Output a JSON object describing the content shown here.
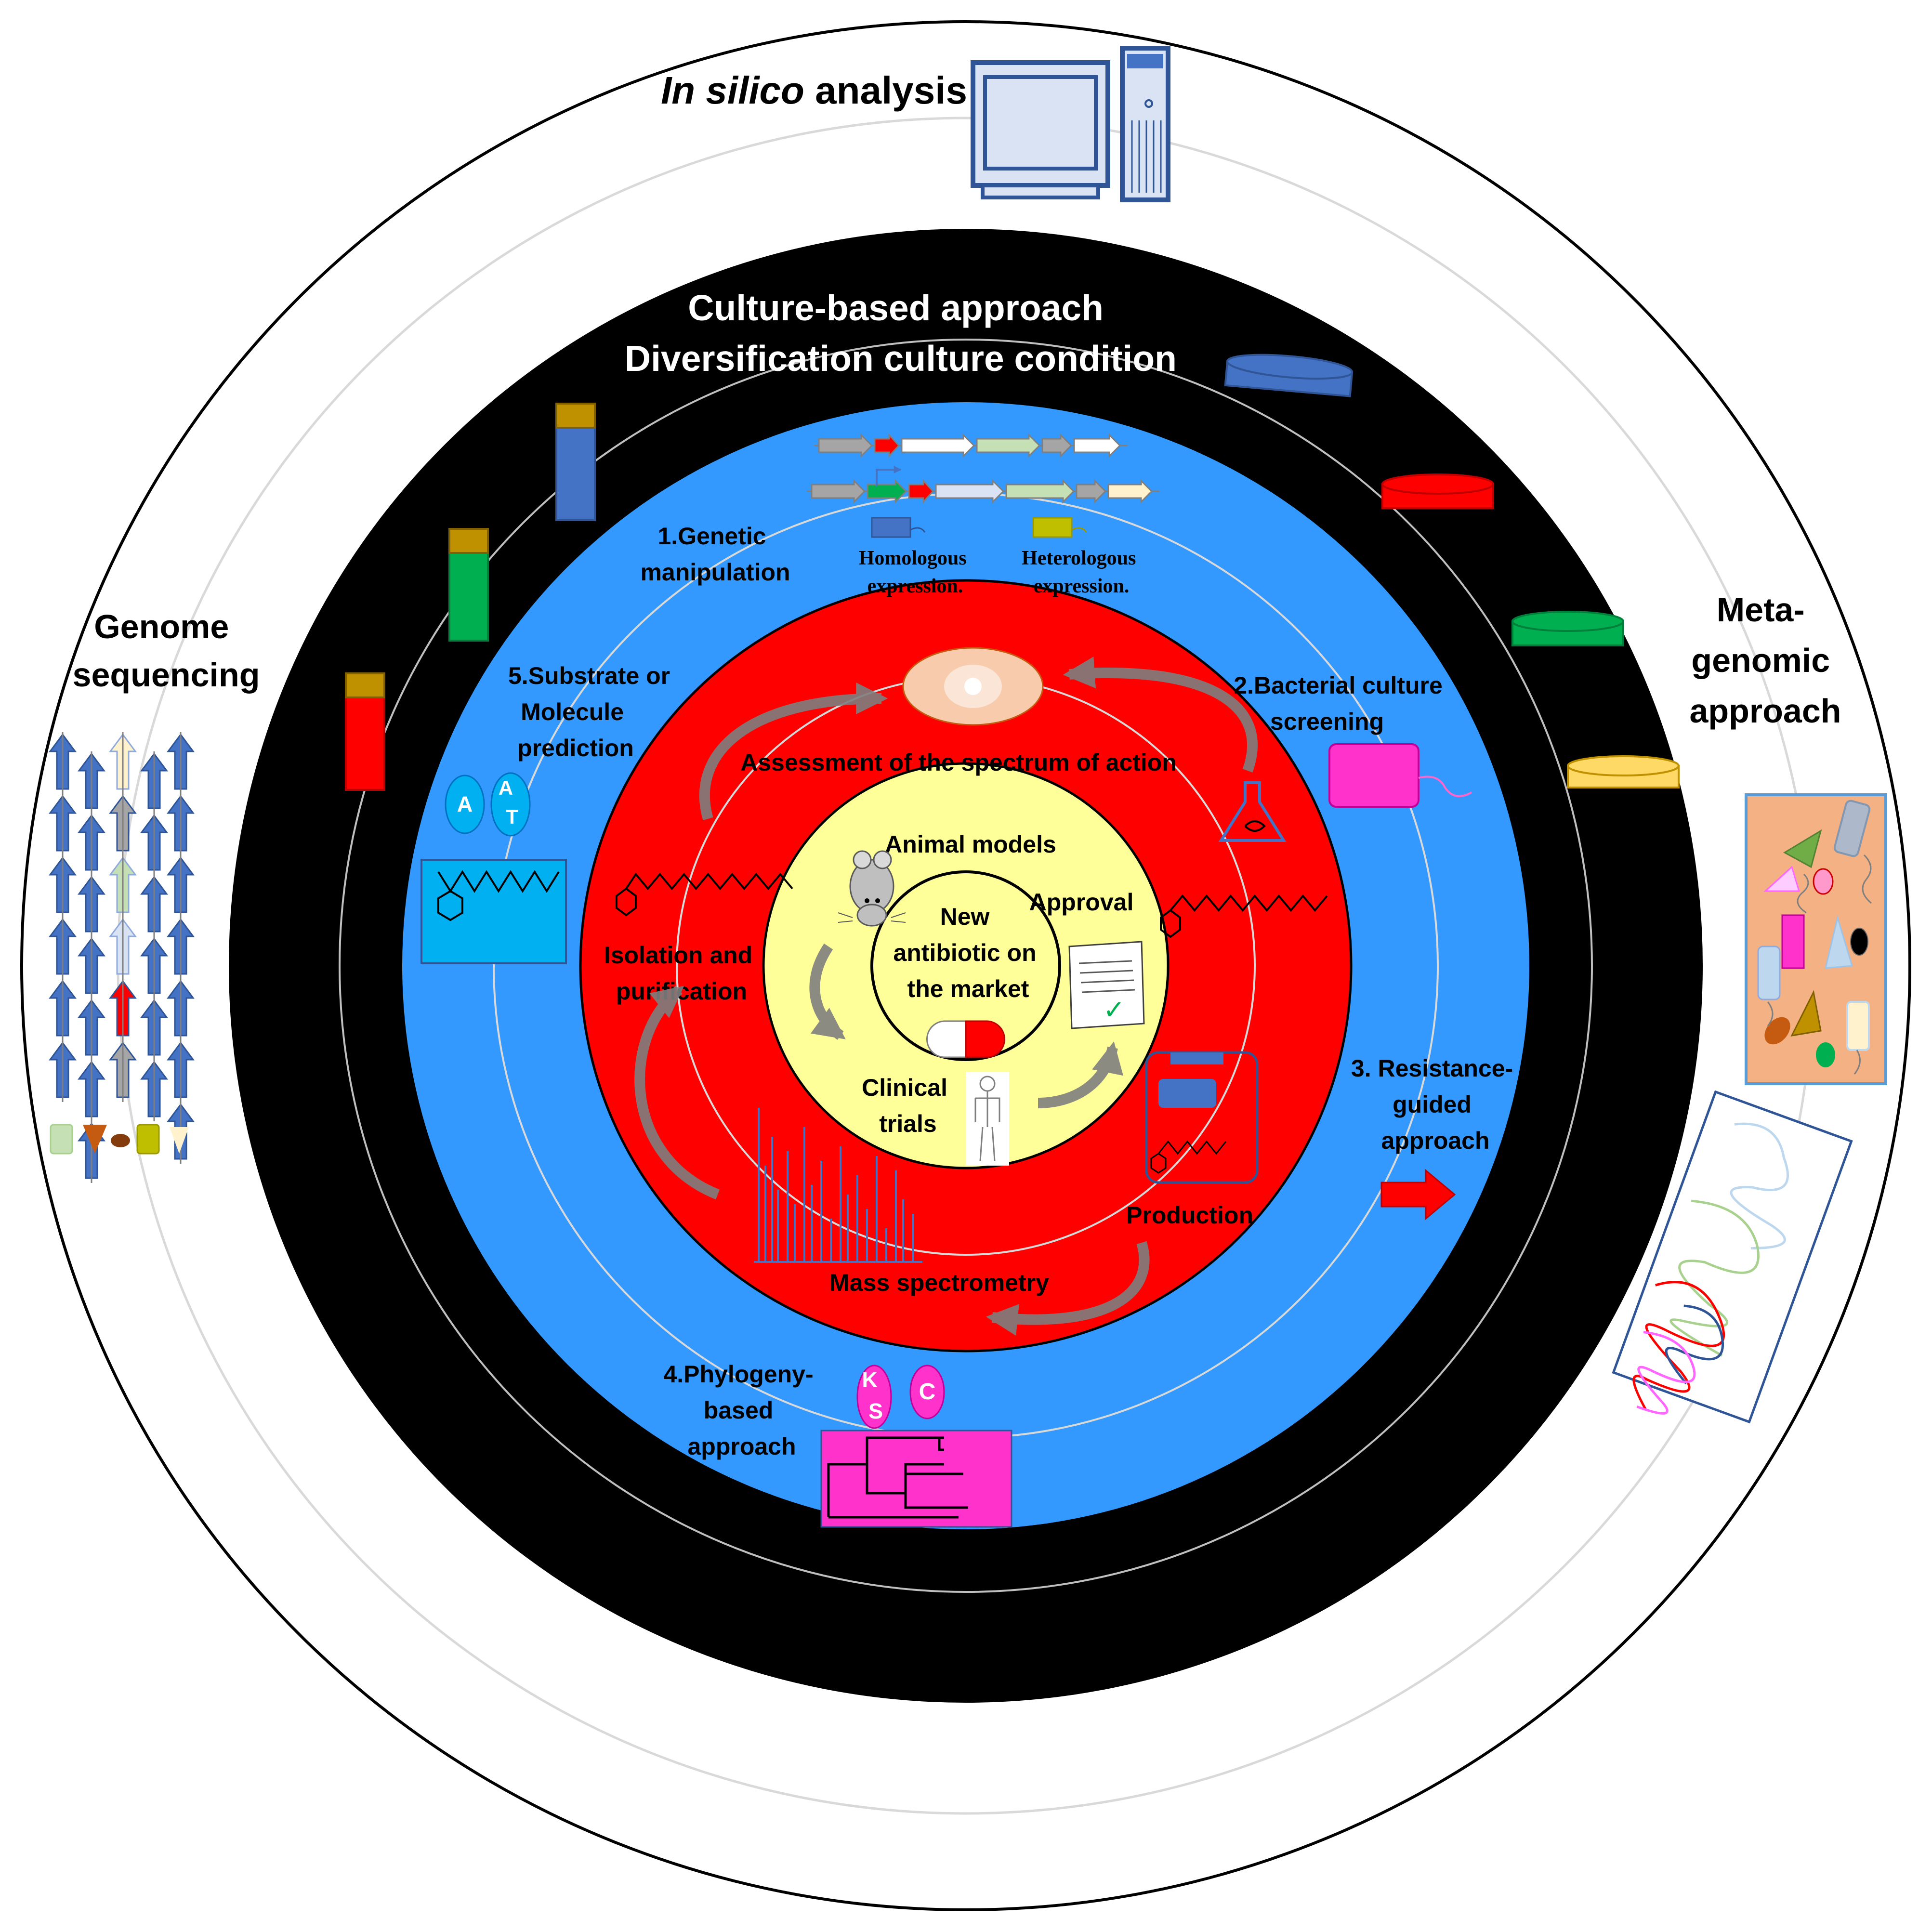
{
  "colors": {
    "ring_outer": "#ffffff",
    "ring_black": "#000000",
    "ring_blue": "#3399ff",
    "ring_red": "#ff0000",
    "ring_yellow": "#ffff99",
    "icon_blue": "#4472c4",
    "icon_magenta": "#ff33cc",
    "icon_green": "#00b050",
    "icon_gold": "#ffd966",
    "arrow_grey": "#808080"
  },
  "outer_ring": {
    "in_silico": {
      "italic": "In silico",
      "rest": " analysis"
    },
    "genome": [
      "Genome",
      "sequencing"
    ],
    "metagenomic": [
      "Meta-",
      "genomic",
      "approach"
    ]
  },
  "culture_ring": {
    "line1": "Culture-based approach",
    "line2": "Diversification culture condition"
  },
  "blue_ring": {
    "genetic": [
      "1.Genetic",
      "manipulation"
    ],
    "homologous": [
      "Homologous",
      "expression."
    ],
    "heterologous": [
      "Heterologous",
      "expression."
    ],
    "bacterial": [
      "2.Bacterial culture",
      "screening"
    ],
    "resistance": [
      "3. Resistance-",
      "guided",
      "approach"
    ],
    "phylogeny": [
      "4.Phylogeny-",
      "based",
      "approach"
    ],
    "substrate": [
      "5.Substrate or",
      "Molecule",
      "prediction"
    ],
    "domain_a": "A",
    "domain_at": [
      "A",
      "T"
    ],
    "domain_ks": [
      "K",
      "S"
    ],
    "domain_c": "C"
  },
  "red_ring": {
    "assessment": "Assessment of the spectrum of action",
    "isolation": [
      "Isolation and",
      "purification"
    ],
    "mass_spec": "Mass spectrometry",
    "production": "Production"
  },
  "yellow_ring": {
    "animal": "Animal models",
    "approval": "Approval",
    "clinical": [
      "Clinical",
      "trials"
    ]
  },
  "center": {
    "title": [
      "New",
      "antibiotic on",
      "the market"
    ]
  },
  "check_mark": "✓"
}
